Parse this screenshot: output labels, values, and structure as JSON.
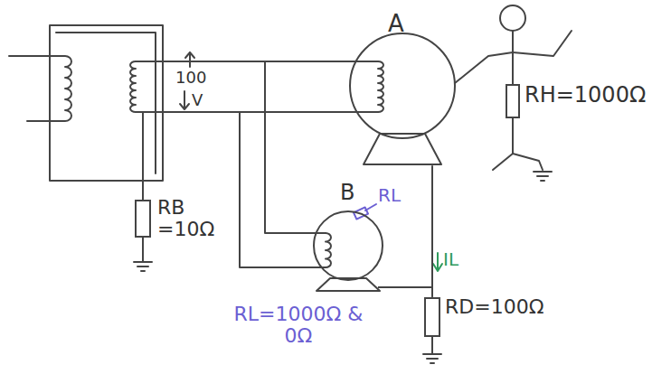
{
  "diagram": {
    "nodes": [
      {
        "text": [
          "A"
        ]
      },
      {
        "text": [
          "RH=1000Ω"
        ]
      },
      {
        "text": [
          "B"
        ]
      },
      {
        "text": [
          "RB =10Ω"
        ]
      },
      {
        "text": [
          "RD=100Ω"
        ]
      }
    ],
    "edges": [
      {
        "from": 0,
        "to": 4,
        "arrow": "none"
      },
      {
        "from": 2,
        "to": 4,
        "arrow": "none"
      }
    ],
    "labels": [
      "100",
      "V",
      "RL",
      "IL",
      "RL=1000Ω & 0Ω"
    ]
  }
}
